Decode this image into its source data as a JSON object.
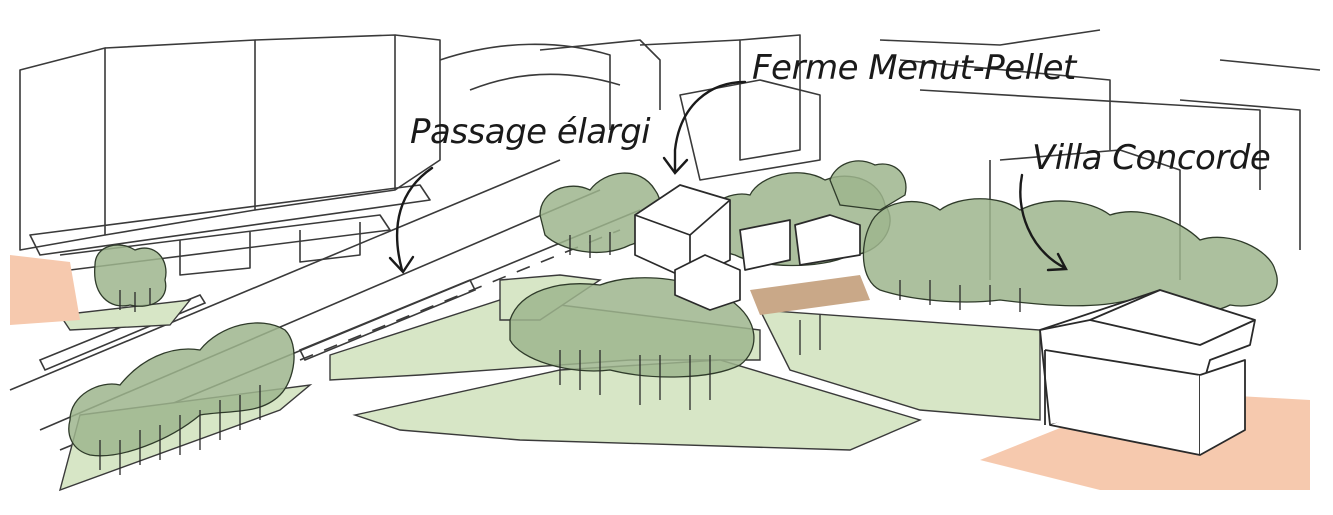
{
  "labels": {
    "ferme": "Ferme Menut-Pellet",
    "passage": "Passage élargi",
    "villa": "Villa Concorde"
  },
  "colors": {
    "ink": "#2a2a2a",
    "tree": "#9db58d",
    "lawn": "#d7e6c6",
    "plaza": "#f6c9ae",
    "walkway": "#c9a888"
  }
}
